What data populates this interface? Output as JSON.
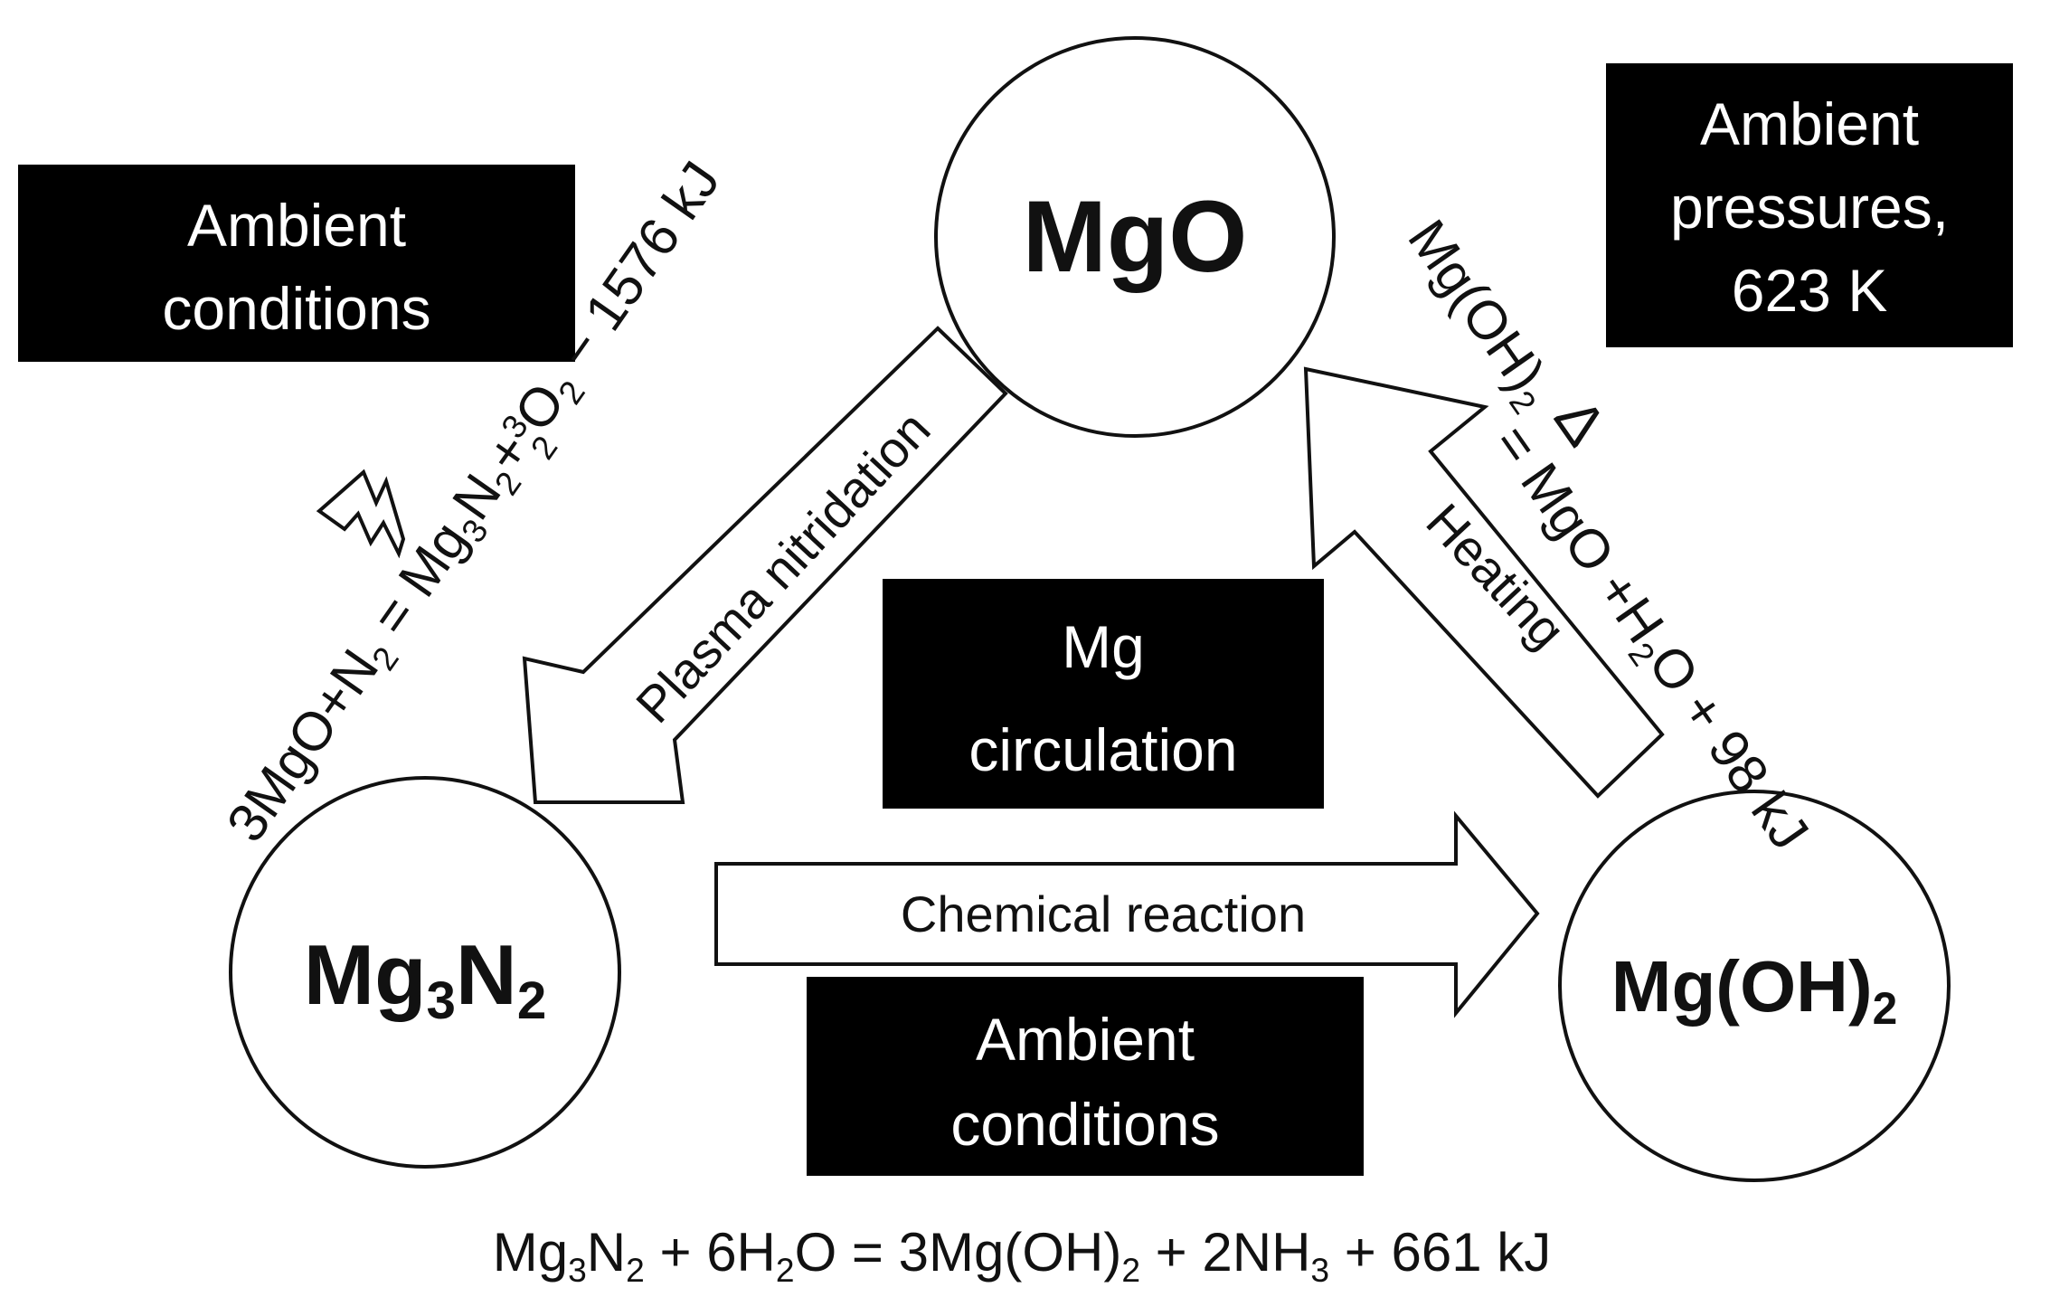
{
  "boxes": {
    "top_left": [
      "Ambient",
      "conditions"
    ],
    "top_right": [
      "Ambient",
      "pressures,",
      "623 K"
    ],
    "center": [
      "Mg",
      "circulation"
    ],
    "bottom": [
      "Ambient",
      "conditions"
    ]
  },
  "nodes": {
    "top": {
      "main": "MgO"
    },
    "left": {
      "main": "Mg",
      "sub1": "3",
      "mid": "N",
      "sub2": "2"
    },
    "right": {
      "main": "Mg(OH)",
      "sub": "2"
    }
  },
  "arrows": {
    "left": "Plasma nitridation",
    "right": "Heating",
    "bottom": "Chemical reaction"
  },
  "equations": {
    "left": {
      "p1": "3MgO+N",
      "s1": "2",
      "p2": " = Mg",
      "s2": "3",
      "p3": "N",
      "s3": "2",
      "p4": "+",
      "frac_num": "3",
      "frac_den": "2",
      "p5": "O",
      "s5": "2",
      "p6": " − 1576 kJ"
    },
    "right": {
      "p1": "Mg(OH)",
      "s1": "2",
      "delta": "Δ",
      "p2": "= MgO +H",
      "s2": "2",
      "p3": "O + 98 kJ"
    },
    "bottom": {
      "p1": "Mg",
      "s1": "3",
      "p2": "N",
      "s2": "2",
      "p3": " + 6H",
      "s3": "2",
      "p4": "O = 3Mg(OH)",
      "s4": "2",
      "p5": " + 2NH",
      "s5": "3",
      "p6": " + 661 kJ"
    }
  }
}
